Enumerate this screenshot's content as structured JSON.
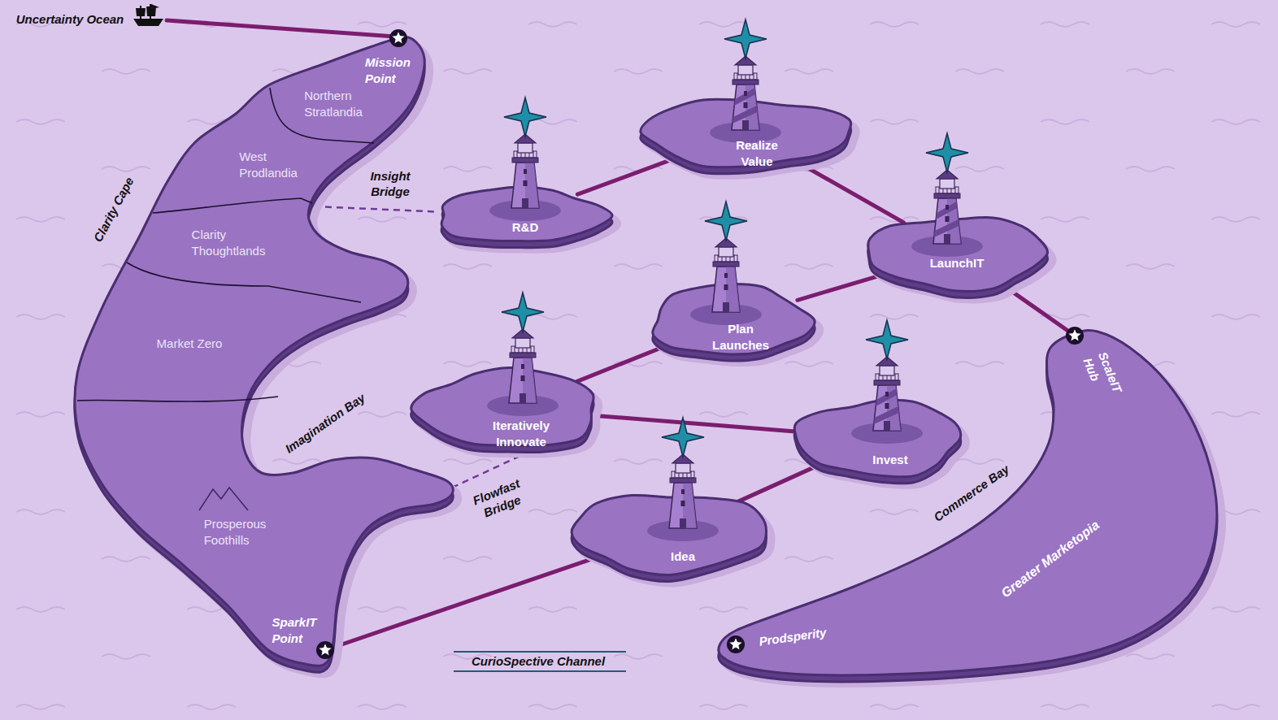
{
  "diagram": {
    "nodes": [
      {
        "text": [
          "Mission Point",
          "SparkIT Point"
        ]
      },
      {
        "text": [
          "Northern Stratlandia"
        ],
        "in": 0
      },
      {
        "text": [
          "West Prodlandia"
        ],
        "in": 0
      },
      {
        "text": [
          "Clarity Thoughtlands"
        ],
        "in": 0
      },
      {
        "text": [
          "Market Zero"
        ],
        "in": 0
      },
      {
        "text": [
          "Prosperous Foothills"
        ],
        "in": 0
      },
      {
        "text": [
          "R&D"
        ]
      },
      {
        "text": [
          "Realize Value"
        ]
      },
      {
        "text": [
          "LaunchIT"
        ]
      },
      {
        "text": [
          "Plan Launches"
        ]
      },
      {
        "text": [
          "Iteratively Innovate"
        ]
      },
      {
        "text": [
          "Invest"
        ]
      },
      {
        "text": [
          "Idea"
        ]
      },
      {
        "text": [
          "ScaleIT Hub",
          "Greater Marketopia",
          "Prodsperity"
        ]
      }
    ],
    "edges": [
      {
        "from": 2,
        "to": 6,
        "arrow": "none",
        "label": "Insight Bridge"
      },
      {
        "from": 5,
        "to": 10,
        "arrow": "none",
        "label": "Flowfast Bridge"
      },
      {
        "from": 0,
        "to": 12,
        "arrow": "none"
      },
      {
        "from": 12,
        "to": 11,
        "arrow": "none"
      },
      {
        "from": 11,
        "to": 10,
        "arrow": "none"
      },
      {
        "from": 10,
        "to": 9,
        "arrow": "none"
      },
      {
        "from": 9,
        "to": 8,
        "arrow": "none"
      },
      {
        "from": 6,
        "to": 7,
        "arrow": "none"
      },
      {
        "from": 7,
        "to": 8,
        "arrow": "none"
      },
      {
        "from": 8,
        "to": 13,
        "arrow": "none"
      }
    ],
    "labels": [
      "Uncertainty Ocean",
      "Clarity Cape",
      "Imagination Bay",
      "Commerce Bay",
      "CurioSpective Channel"
    ]
  }
}
